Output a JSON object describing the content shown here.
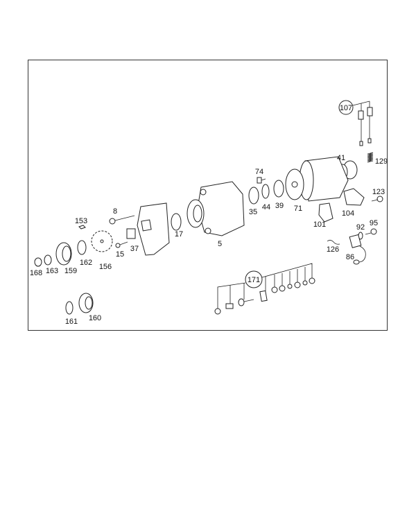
{
  "diagram": {
    "title": "Alternator exploded parts diagram",
    "callouts": {
      "p107": "107",
      "p41": "41",
      "p129": "129",
      "p74": "74",
      "p123": "123",
      "p8": "8",
      "p153": "153",
      "p35": "35",
      "p44": "44",
      "p39": "39",
      "p71": "71",
      "p104": "104",
      "p17": "17",
      "p37": "37",
      "p101": "101",
      "p92": "92",
      "p95": "95",
      "p5": "5",
      "p15": "15",
      "p126": "126",
      "p168": "168",
      "p163": "163",
      "p159": "159",
      "p162": "162",
      "p156": "156",
      "p86": "86",
      "p171": "171",
      "p161": "161",
      "p160": "160"
    }
  }
}
